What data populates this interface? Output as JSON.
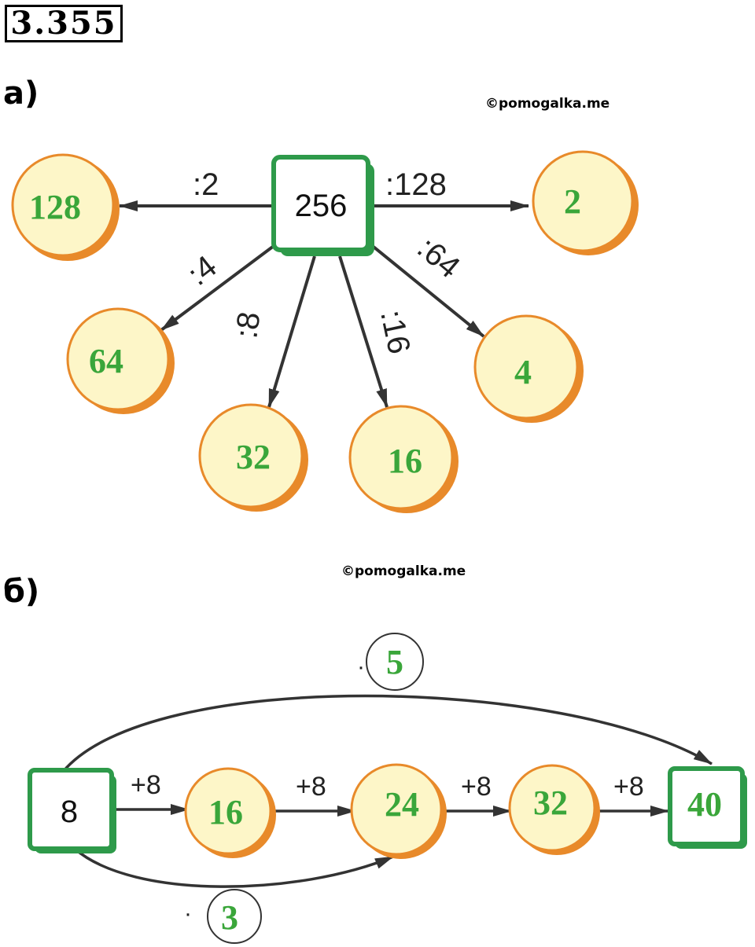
{
  "task_number": "3.355",
  "watermark": "©pomogalka.me",
  "part_a": {
    "label": "а)",
    "center_value": "256",
    "branches": [
      {
        "operation": ":2",
        "answer": "128"
      },
      {
        "operation": ":128",
        "answer": "2"
      },
      {
        "operation": ":4",
        "answer": "64"
      },
      {
        "operation": ":8",
        "answer": "32"
      },
      {
        "operation": ":16",
        "answer": "16"
      },
      {
        "operation": ":64",
        "answer": "4"
      }
    ]
  },
  "part_b": {
    "label": "б)",
    "start_value": "8",
    "chain": [
      {
        "operation": "+8",
        "answer": "16"
      },
      {
        "operation": "+8",
        "answer": "24"
      },
      {
        "operation": "+8",
        "answer": "32"
      },
      {
        "operation": "+8",
        "answer": "40"
      }
    ],
    "top_arc": {
      "sign": "·",
      "answer": "5"
    },
    "bottom_arc": {
      "sign": "·",
      "answer": "3"
    }
  },
  "colors": {
    "circle_fill": "#fdf6c8",
    "circle_outline": "#e88a2a",
    "box_border": "#2e9a4a",
    "answer_text": "#3aa63a",
    "arrow": "#333333"
  }
}
